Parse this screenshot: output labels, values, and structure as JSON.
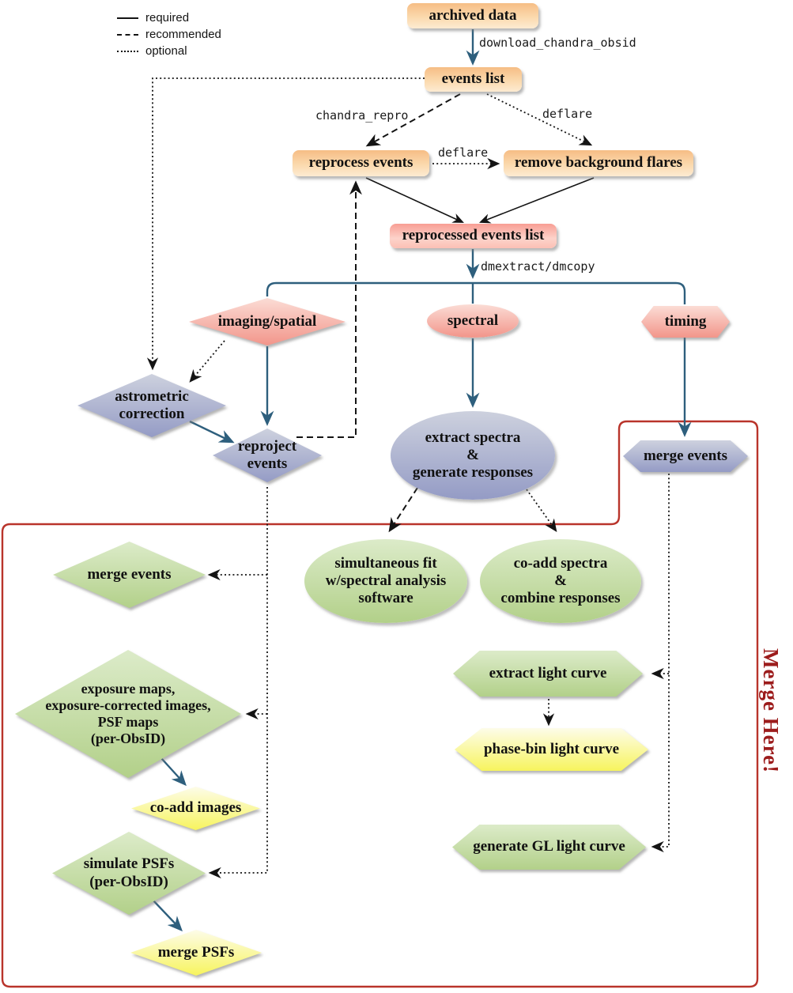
{
  "legend": {
    "items": [
      {
        "label": "required",
        "style": "solid"
      },
      {
        "label": "recommended",
        "style": "dashed"
      },
      {
        "label": "optional",
        "style": "dotted"
      }
    ]
  },
  "edge_labels": {
    "download": "download_chandra_obsid",
    "chandra_repro": "chandra_repro",
    "deflare_from_events": "deflare",
    "deflare_from_reprocess": "deflare",
    "dmextract": "dmextract/dmcopy"
  },
  "nodes": {
    "archived_data": {
      "label": "archived data"
    },
    "events_list": {
      "label": "events list"
    },
    "reprocess_events": {
      "label": "reprocess events"
    },
    "remove_background_flares": {
      "label": "remove background flares"
    },
    "reprocessed_events_list": {
      "label": "reprocessed events list"
    },
    "imaging_spatial": {
      "label": "imaging/spatial"
    },
    "spectral": {
      "label": "spectral"
    },
    "timing": {
      "label": "timing"
    },
    "astrometric_correction": {
      "label": "astrometric\ncorrection"
    },
    "reproject_events": {
      "label": "reproject\nevents"
    },
    "extract_spectra": {
      "label": "extract spectra\n&\ngenerate responses"
    },
    "merge_events_timing": {
      "label": "merge events"
    },
    "simultaneous_fit": {
      "label": "simultaneous fit\nw/spectral analysis\nsoftware"
    },
    "co_add_spectra": {
      "label": "co-add spectra\n&\ncombine responses"
    },
    "merge_events_imaging": {
      "label": "merge events"
    },
    "exposure_maps": {
      "label": "exposure maps,\nexposure-corrected images,\nPSF maps\n(per-ObsID)"
    },
    "co_add_images": {
      "label": "co-add images"
    },
    "simulate_psfs": {
      "label": "simulate PSFs\n(per-ObsID)"
    },
    "merge_psfs": {
      "label": "merge PSFs"
    },
    "extract_light_curve": {
      "label": "extract light curve"
    },
    "phase_bin_light_curve": {
      "label": "phase-bin light curve"
    },
    "generate_gl_light_curve": {
      "label": "generate GL light curve"
    }
  },
  "annotations": {
    "merge_here": "Merge Here!"
  },
  "colors": {
    "stage_orange": "#f6bd85",
    "result_pink": "#f89e94",
    "decision_pink": "#f2958a",
    "process_blue": "#949bc5",
    "output_green": "#b2d089",
    "optional_yellow": "#f7f45e",
    "flow_arrow": "#2e5f7d",
    "merge_box_border": "#b9342b",
    "merge_here_text": "#9c1c1c"
  }
}
